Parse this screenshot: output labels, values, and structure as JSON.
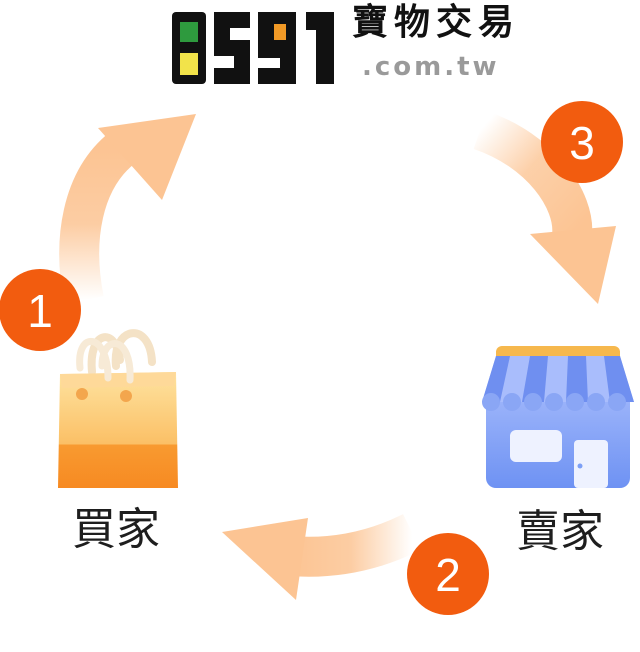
{
  "logo": {
    "digits": "8591",
    "chinese": "寶物交易",
    "domain": ".com.tw",
    "colors": {
      "ink": "#111111",
      "green": "#2e9a3e",
      "yellow": "#f2e34a",
      "orange": "#f29a26",
      "domain_gray": "#9a9a9a"
    }
  },
  "roles": {
    "buyer": {
      "label": "買家",
      "icon": "shopping-bag-icon"
    },
    "seller": {
      "label": "賣家",
      "icon": "storefront-icon"
    }
  },
  "steps": [
    {
      "number": "1"
    },
    {
      "number": "2"
    },
    {
      "number": "3"
    }
  ],
  "colors": {
    "step_badge": "#f25c0f",
    "arrow": "#fcc493",
    "bag_top": "#fdd88a",
    "bag_bottom": "#f8952a",
    "store_body": "#7da0f6",
    "store_roof": "#f6b84d"
  }
}
